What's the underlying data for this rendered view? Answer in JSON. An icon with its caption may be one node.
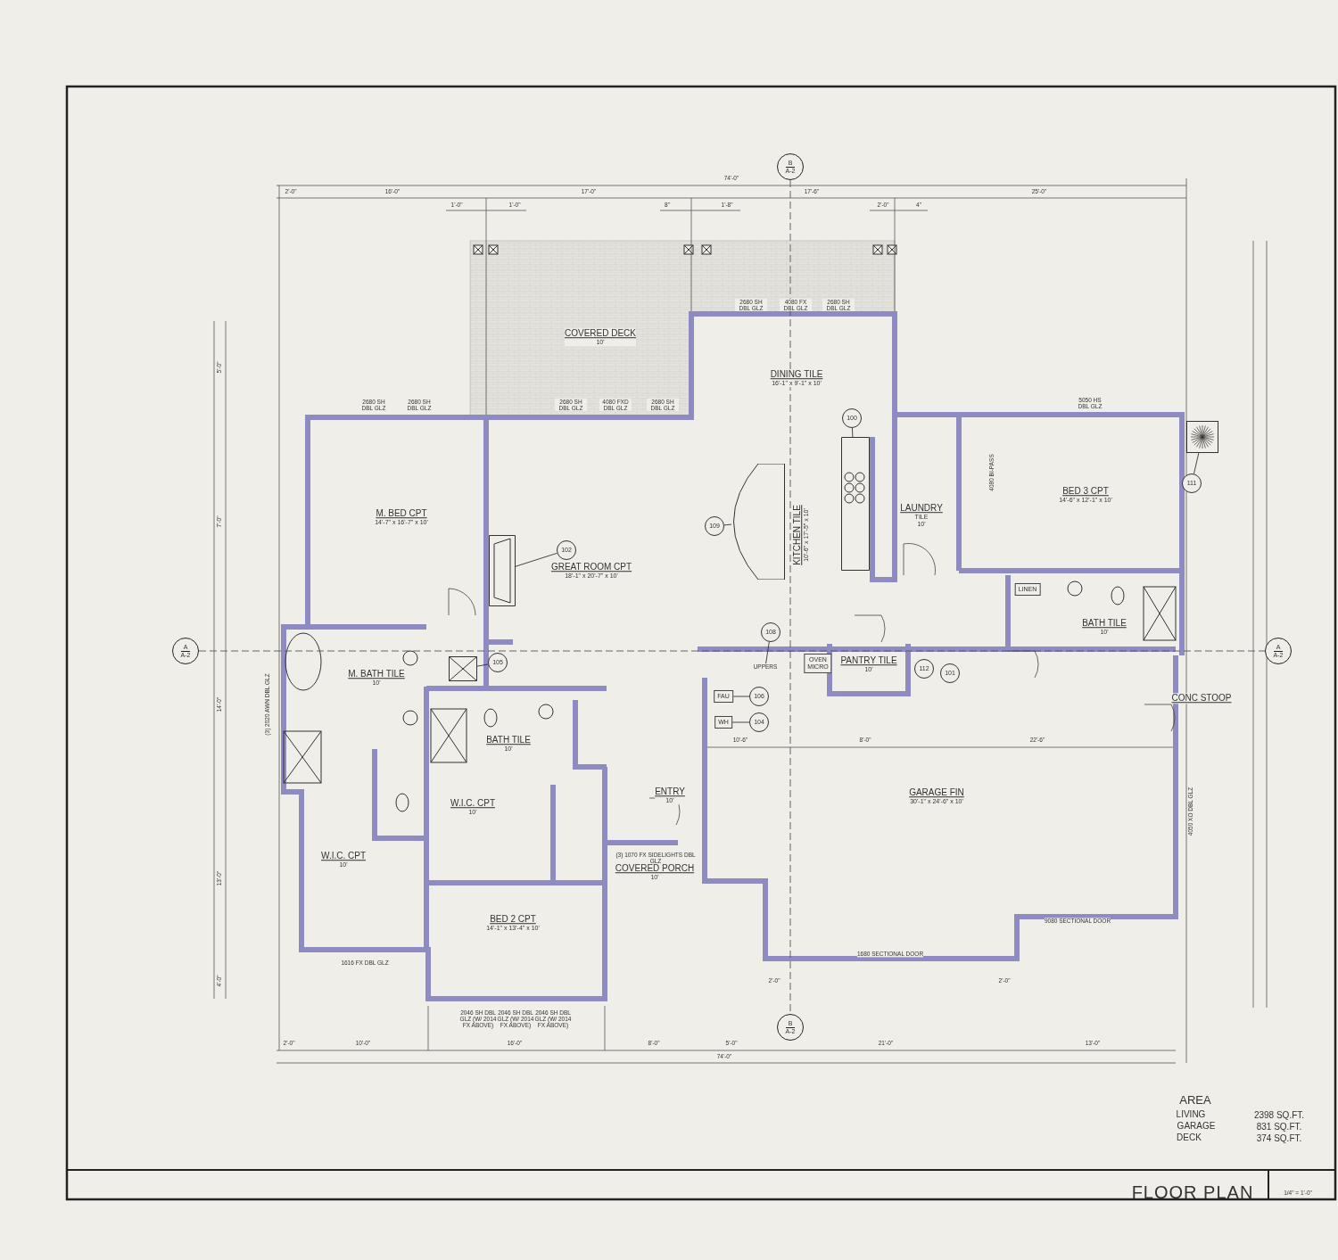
{
  "diagram": {
    "title": "FLOOR PLAN",
    "nodes": [
      {
        "text": [
          "COVERED DECK",
          "10'"
        ]
      },
      {
        "text": [
          "M. BED CPT",
          "14'-7\" x 16'-7\" x 10'"
        ]
      },
      {
        "text": [
          "GREAT ROOM CPT",
          "18'-1\" x 20'-7\" x 10'"
        ]
      },
      {
        "text": [
          "DINING TILE",
          "16'-1\" x 9'-1\" x 10'"
        ]
      },
      {
        "text": [
          "KITCHEN TILE",
          "10'-6\" x 17'-5\" x 10'"
        ]
      },
      {
        "text": [
          "LAUNDRY",
          "TILE",
          "10'"
        ]
      },
      {
        "text": [
          "BED 3 CPT",
          "14'-6\" x 12'-1\" x 10'"
        ]
      },
      {
        "text": [
          "BATH TILE",
          "10'"
        ]
      },
      {
        "text": [
          "LINEN"
        ]
      },
      {
        "text": [
          "OVEN",
          "MICRO"
        ]
      },
      {
        "text": [
          "PANTRY TILE",
          "10'"
        ]
      },
      {
        "text": [
          "M. BATH TILE",
          "10'"
        ]
      },
      {
        "text": [
          "BATH TILE",
          "10'"
        ]
      },
      {
        "text": [
          "W.I.C. CPT",
          "10'"
        ]
      },
      {
        "text": [
          "W.I.C. CPT",
          "10'"
        ]
      },
      {
        "text": [
          "ENTRY",
          "10'"
        ]
      },
      {
        "text": [
          "COVERED PORCH",
          "10'"
        ]
      },
      {
        "text": [
          "BED 2 CPT",
          "14'-1\" x 13'-4\" x 10'"
        ]
      },
      {
        "text": [
          "GARAGE FIN",
          "30'-1\" x 24'-6\" x 10'"
        ]
      },
      {
        "text": [
          "CONC STOOP"
        ]
      },
      {
        "text": [
          "FAU"
        ]
      },
      {
        "text": [
          "WH"
        ]
      },
      {
        "text": [],
        "shape": "picture"
      },
      {
        "text": [
          "100"
        ]
      },
      {
        "text": [
          "102"
        ]
      },
      {
        "text": [
          "105"
        ]
      },
      {
        "text": [
          "109"
        ]
      },
      {
        "text": [
          "108"
        ]
      },
      {
        "text": [
          "106"
        ]
      },
      {
        "text": [
          "104"
        ]
      },
      {
        "text": [
          "111"
        ]
      },
      {
        "text": [
          "112"
        ]
      },
      {
        "text": [
          "101"
        ]
      },
      {
        "text": [
          "B",
          "A-2"
        ]
      },
      {
        "text": [
          "B",
          "A-2"
        ]
      },
      {
        "text": [
          "A",
          "A-2"
        ]
      },
      {
        "text": [
          "A",
          "A-2"
        ]
      },
      {
        "text": [],
        "shape": "box"
      },
      {
        "text": [],
        "shape": "box"
      },
      {
        "text": [],
        "shape": "box"
      },
      {
        "text": [],
        "shape": "box"
      },
      {
        "text": [
          "UPPERS"
        ]
      }
    ],
    "edges": [
      {
        "from": 23,
        "to": 39,
        "arrow": "none"
      },
      {
        "from": 24,
        "to": 38,
        "arrow": "none"
      },
      {
        "from": 25,
        "to": 40,
        "arrow": "none"
      },
      {
        "from": 26,
        "to": 37,
        "arrow": "none"
      },
      {
        "from": 27,
        "to": 41,
        "arrow": "none"
      },
      {
        "from": 28,
        "to": 20,
        "arrow": "none"
      },
      {
        "from": 29,
        "to": 21,
        "arrow": "none"
      },
      {
        "from": 30,
        "to": 22,
        "arrow": "none"
      },
      {
        "from": 33,
        "to": 34,
        "arrow": "none",
        "style": "dashed"
      },
      {
        "from": 35,
        "to": 36,
        "arrow": "none",
        "style": "dashed"
      }
    ],
    "labels": [
      "74'-0\"",
      "2'-0\"",
      "16'-0\"",
      "17'-0\"",
      "17'-6\"",
      "25'-0\"",
      "1'-0\"",
      "1'-0\"",
      "8\"",
      "1'-8\"",
      "2'-0\"",
      "4\"",
      "2680 SH DBL GLZ",
      "4080 FX DBL GLZ",
      "2680 SH DBL GLZ",
      "2680 SH DBL GLZ",
      "2680 SH DBL GLZ",
      "2680 SH DBL GLZ",
      "4080 FXD DBL GLZ",
      "2680 SH DBL GLZ",
      "5050 HS DBL GLZ",
      "4080 BI-PASS",
      "(3) 2020 AWN DBL GLZ",
      "4050 XO DBL GLZ",
      "10'-6\"",
      "8'-0\"",
      "22'-6\"",
      "(3) 1070 FX SIDELIGHTS DBL GLZ",
      "1616 FX DBL GLZ",
      "2046 SH DBL GLZ (W/ 2014 FX ABOVE)",
      "2046 SH DBL GLZ (W/ 2014 FX ABOVE)",
      "2046 SH DBL GLZ (W/ 2014 FX ABOVE)",
      "1680 SECTIONAL DOOR",
      "9080 SECTIONAL DOOR",
      "2'-0\"",
      "2'-0\"",
      "5'-0\"",
      "7'-0\"",
      "14'-0\"",
      "13'-0\"",
      "4'-0\"",
      "2'-0\"",
      "10'-0\"",
      "16'-0\"",
      "8'-0\"",
      "5'-0\"",
      "21'-0\"",
      "13'-0\"",
      "74'-0\"",
      "AREA",
      "LIVING",
      "2398 SQ.FT.",
      "GARAGE",
      "831 SQ.FT.",
      "DECK",
      "374 SQ.FT.",
      "1/4\" = 1'-0\""
    ]
  }
}
